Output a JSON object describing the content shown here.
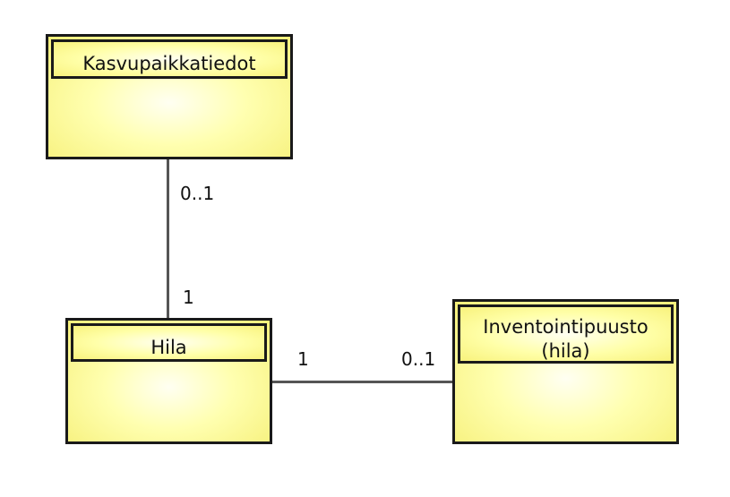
{
  "classes": [
    {
      "name": "Kasvupaikkatiedot"
    },
    {
      "name": "Hila"
    },
    {
      "name_line1": "Inventointipuusto",
      "name_line2": "(hila)"
    }
  ],
  "associations": [
    {
      "from": "Kasvupaikkatiedot",
      "to": "Hila",
      "from_multiplicity": "0..1",
      "to_multiplicity": "1"
    },
    {
      "from": "Hila",
      "to": "Inventointipuusto (hila)",
      "from_multiplicity": "1",
      "to_multiplicity": "0..1"
    }
  ],
  "colors": {
    "fill": "#ffffb0",
    "border": "#1a1a1a",
    "line": "#555555"
  }
}
